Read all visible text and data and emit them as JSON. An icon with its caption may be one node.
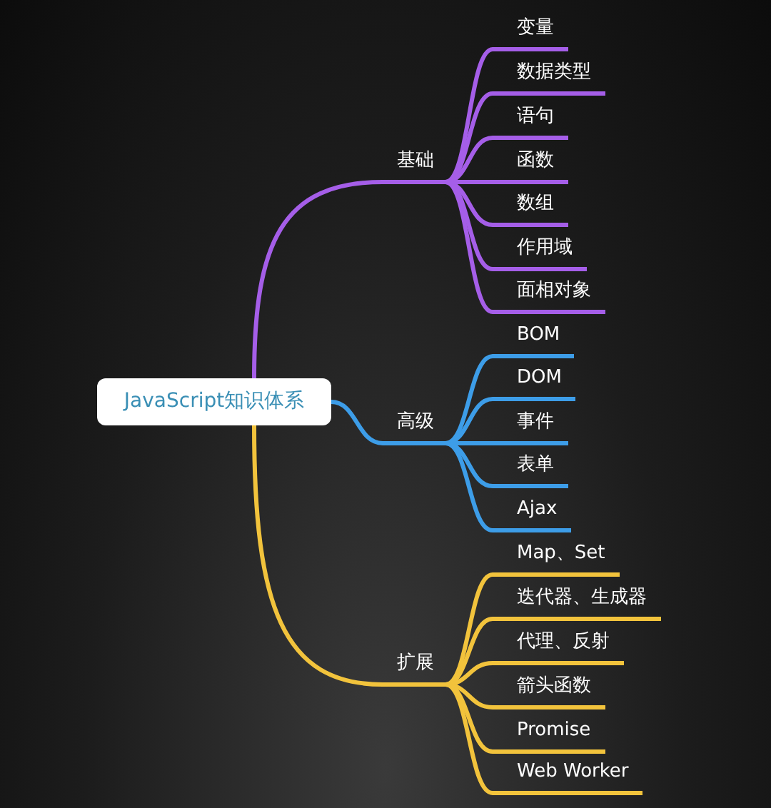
{
  "diagram": {
    "nodes": [
      {
        "text": [
          "JavaScript知识体系"
        ]
      },
      {
        "text": [
          "基础"
        ]
      },
      {
        "text": [
          "变量"
        ]
      },
      {
        "text": [
          "数据类型"
        ]
      },
      {
        "text": [
          "语句"
        ]
      },
      {
        "text": [
          "函数"
        ]
      },
      {
        "text": [
          "数组"
        ]
      },
      {
        "text": [
          "作用域"
        ]
      },
      {
        "text": [
          "面相对象"
        ]
      },
      {
        "text": [
          "高级"
        ]
      },
      {
        "text": [
          "BOM"
        ]
      },
      {
        "text": [
          "DOM"
        ]
      },
      {
        "text": [
          "事件"
        ]
      },
      {
        "text": [
          "表单"
        ]
      },
      {
        "text": [
          "Ajax"
        ]
      },
      {
        "text": [
          "扩展"
        ]
      },
      {
        "text": [
          "Map、Set"
        ]
      },
      {
        "text": [
          "迭代器、生成器"
        ]
      },
      {
        "text": [
          "代理、反射"
        ]
      },
      {
        "text": [
          "箭头函数"
        ]
      },
      {
        "text": [
          "Promise"
        ]
      },
      {
        "text": [
          "Web Worker"
        ]
      }
    ],
    "edges": [
      {
        "from": 0,
        "to": 1,
        "arrow": "none",
        "color": "#a55ee8"
      },
      {
        "from": 1,
        "to": 2,
        "arrow": "none",
        "color": "#a55ee8"
      },
      {
        "from": 1,
        "to": 3,
        "arrow": "none",
        "color": "#a55ee8"
      },
      {
        "from": 1,
        "to": 4,
        "arrow": "none",
        "color": "#a55ee8"
      },
      {
        "from": 1,
        "to": 5,
        "arrow": "none",
        "color": "#a55ee8"
      },
      {
        "from": 1,
        "to": 6,
        "arrow": "none",
        "color": "#a55ee8"
      },
      {
        "from": 1,
        "to": 7,
        "arrow": "none",
        "color": "#a55ee8"
      },
      {
        "from": 1,
        "to": 8,
        "arrow": "none",
        "color": "#a55ee8"
      },
      {
        "from": 0,
        "to": 9,
        "arrow": "none",
        "color": "#3d9de8"
      },
      {
        "from": 9,
        "to": 10,
        "arrow": "none",
        "color": "#3d9de8"
      },
      {
        "from": 9,
        "to": 11,
        "arrow": "none",
        "color": "#3d9de8"
      },
      {
        "from": 9,
        "to": 12,
        "arrow": "none",
        "color": "#3d9de8"
      },
      {
        "from": 9,
        "to": 13,
        "arrow": "none",
        "color": "#3d9de8"
      },
      {
        "from": 9,
        "to": 14,
        "arrow": "none",
        "color": "#3d9de8"
      },
      {
        "from": 0,
        "to": 15,
        "arrow": "none",
        "color": "#f2c33c"
      },
      {
        "from": 15,
        "to": 16,
        "arrow": "none",
        "color": "#f2c33c"
      },
      {
        "from": 15,
        "to": 17,
        "arrow": "none",
        "color": "#f2c33c"
      },
      {
        "from": 15,
        "to": 18,
        "arrow": "none",
        "color": "#f2c33c"
      },
      {
        "from": 15,
        "to": 19,
        "arrow": "none",
        "color": "#f2c33c"
      },
      {
        "from": 15,
        "to": 20,
        "arrow": "none",
        "color": "#f2c33c"
      },
      {
        "from": 15,
        "to": 21,
        "arrow": "none",
        "color": "#f2c33c"
      }
    ]
  }
}
